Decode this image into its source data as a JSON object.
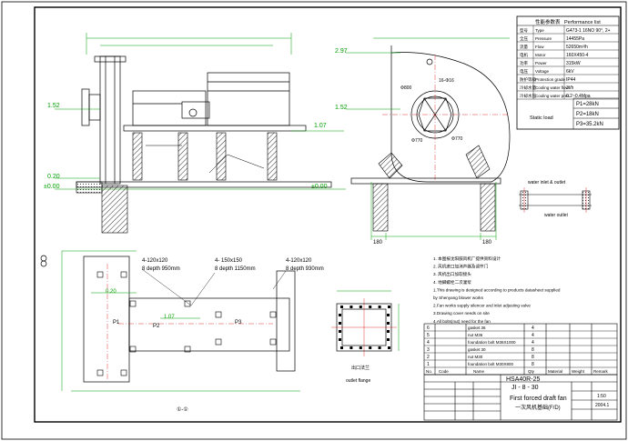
{
  "colors": {
    "line": "#000000",
    "dim": "#00a000",
    "center": "#d00000",
    "hatch": "#000000",
    "note": "#000000"
  },
  "perf_table": {
    "title_cn": "性能参数表",
    "title_en": "Performance list",
    "rows": [
      {
        "cn": "型号",
        "en": "Type",
        "val": "G473-1 16NO 90°, 2+"
      },
      {
        "cn": "全压",
        "en": "Pressure",
        "val": "14455Pa"
      },
      {
        "cn": "流量",
        "en": "Flow",
        "val": "52650m³/h"
      },
      {
        "cn": "电机",
        "en": "Motor",
        "val": "160X450-4"
      },
      {
        "cn": "功率",
        "en": "Power",
        "val": "315kW"
      },
      {
        "cn": "电压",
        "en": "Voltage",
        "val": "6kV"
      },
      {
        "cn": "防护等级",
        "en": "Protection grade",
        "val": "IP44"
      },
      {
        "cn": "冷却水量",
        "en": "Cooling water flow",
        "val": "3t/h"
      },
      {
        "cn": "冷却水压",
        "en": "Cooling water pres",
        "val": "0.2~0.4Mpa"
      }
    ],
    "loads": [
      "P1=28kN",
      "P2=18kN",
      "P3=35.2kN"
    ],
    "static_load": "Static load"
  },
  "dims": {
    "d152_left": "1.52",
    "d020": "0.20",
    "d000_left": "±0.00",
    "d107": "1.07",
    "d000_right": "±0.00",
    "d297": "2.97",
    "d152_right": "1.52",
    "d180_1": "180",
    "d180_2": "180",
    "d800": "Φ800",
    "d770a": "Φ770",
    "d770b": "Φ770",
    "d16": "16-Φ16"
  },
  "labels": {
    "holes_1": "4-120x120",
    "depth_1": "8 depth 950mm",
    "holes_2": "4- 150x150",
    "depth_2": "8 depth 1150mm",
    "holes_3": "4-120x120",
    "depth_3": "8 depth 930mm",
    "p1": "P1",
    "p2": "P2",
    "p3": "P3",
    "plan_020": "0.20",
    "plan_107": "1.07",
    "water_inlet": "water inlet & outlet",
    "water_outlet": "water outlet",
    "flange_label_cn": "出口法兰",
    "flange_label_en": "outlet flange",
    "plan_marker": "①-①"
  },
  "notes": [
    "1. 本图按沈阳鼓风机厂提供资料设计",
    "2. 风机进口加消声器及调节门",
    "3. 风机出口加软接头",
    "4. 地脚螺栓二次灌浆",
    "1.This drawing is designed according to products datasheet supplied",
    "   by Shenyang blower works",
    "2.Fan works supply silencer and inlet adjusting valve",
    "3.Drawing cover needs on site",
    "4.All bolts(nut) need for the fan"
  ],
  "bom": {
    "headers": {
      "no": "No.",
      "code": "Code",
      "name": "Name",
      "qty": "Qty",
      "material": "Material",
      "weight": "Weight",
      "remark": "Remark"
    },
    "rows": [
      {
        "no": "6",
        "code": "",
        "name": "gasket 36",
        "qty": "4",
        "mat": "",
        "remark": ""
      },
      {
        "no": "5",
        "code": "",
        "name": "nut  M36",
        "qty": "4",
        "mat": "",
        "remark": ""
      },
      {
        "no": "4",
        "code": "",
        "name": "foundation bolt M36X1000",
        "qty": "4",
        "mat": "",
        "remark": ""
      },
      {
        "no": "3",
        "code": "",
        "name": "gasket 30",
        "qty": "8",
        "mat": "",
        "remark": ""
      },
      {
        "no": "2",
        "code": "",
        "name": "nut  M30",
        "qty": "8",
        "mat": "",
        "remark": ""
      },
      {
        "no": "1",
        "code": "",
        "name": "foundation bolt M30X800",
        "qty": "8",
        "mat": "",
        "remark": ""
      }
    ]
  },
  "title_block": {
    "project": "HSA40R-25",
    "drawing_no": "JI - 8 - 30",
    "title_en": "First forced draft fan",
    "title_cn2": "一次风机基础(F/D)",
    "scale": "1:50",
    "date": "2004.1"
  }
}
